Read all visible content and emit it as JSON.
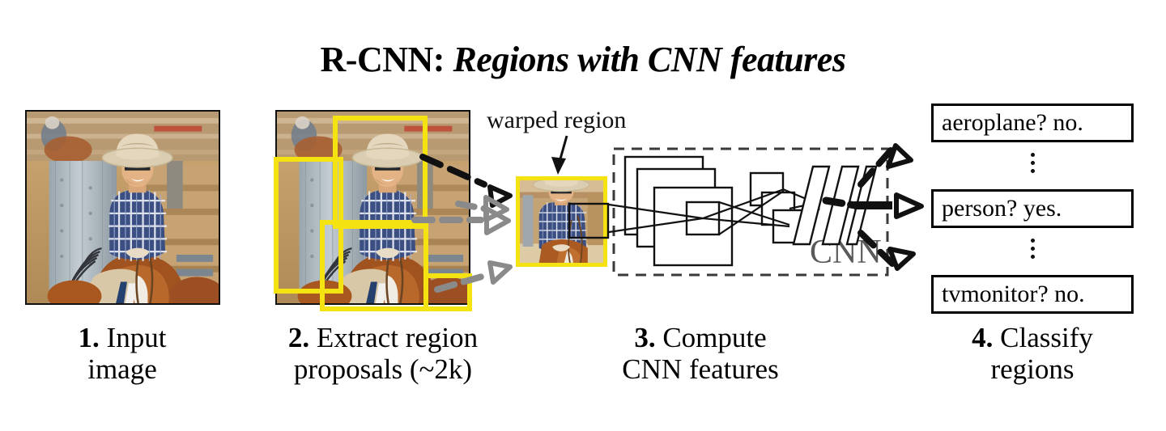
{
  "title": {
    "main": "R-CNN:",
    "emphasis": "Regions with CNN features"
  },
  "steps": [
    {
      "num": "1.",
      "line1": " Input",
      "line2": "image"
    },
    {
      "num": "2.",
      "line1": " Extract region",
      "line2": "proposals (~2k)"
    },
    {
      "num": "3.",
      "line1": " Compute",
      "line2": "CNN features"
    },
    {
      "num": "4.",
      "line1": " Classify",
      "line2": "regions"
    }
  ],
  "annotations": {
    "warped_region": "warped region",
    "cnn": "CNN"
  },
  "classifications": [
    {
      "label": "aeroplane? no."
    },
    {
      "label": "person? yes."
    },
    {
      "label": "tvmonitor? no."
    }
  ],
  "colors": {
    "proposal_box": "#f5e211",
    "warped_border": "#f5e211",
    "cnn_label": "#5a5a5a",
    "frame": "#111111",
    "arrow_dark": "#111111",
    "arrow_gray": "#8a8a8a"
  },
  "proposal_boxes": [
    {
      "name": "head-torso-box"
    },
    {
      "name": "background-rail-box"
    },
    {
      "name": "horse-body-box"
    },
    {
      "name": "small-horse-box"
    }
  ]
}
